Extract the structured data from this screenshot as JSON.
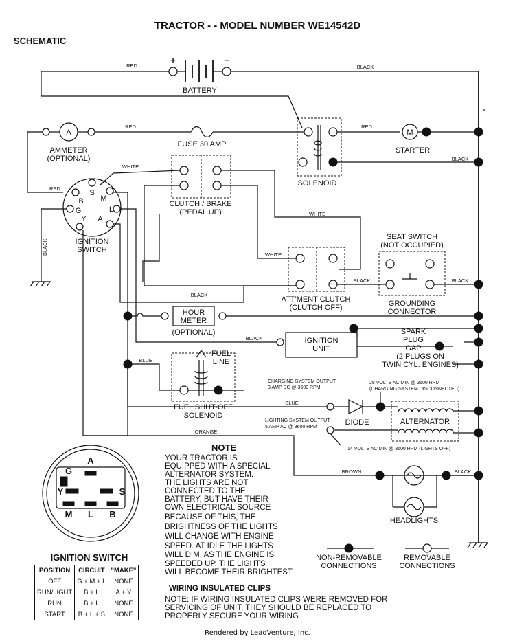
{
  "title": "TRACTOR - - MODEL NUMBER WE14542D",
  "subtitle": "SCHEMATIC",
  "components": {
    "battery": "BATTERY",
    "battery_plus": "+",
    "battery_minus": "−",
    "ammeter_symbol": "A",
    "ammeter_l1": "AMMETER",
    "ammeter_l2": "(OPTIONAL)",
    "fuse": "FUSE 30 AMP",
    "solenoid": "SOLENOID",
    "starter_symbol": "M",
    "starter": "STARTER",
    "clutch_brake_l1": "CLUTCH / BRAKE",
    "clutch_brake_l2": "(PEDAL UP)",
    "ignition_switch_l1": "IGNITION",
    "ignition_switch_l2": "SWITCH",
    "seat_switch_l1": "SEAT SWITCH",
    "seat_switch_l2": "(NOT OCCUPIED)",
    "grounding_l1": "GROUNDING",
    "grounding_l2": "CONNECTOR",
    "attment_l1": "ATT'MENT CLUTCH",
    "attment_l2": "(CLUTCH OFF)",
    "hour_meter_l1": "HOUR",
    "hour_meter_l2": "METER",
    "hour_meter_l3": "(OPTIONAL)",
    "ignition_unit_l1": "IGNITION",
    "ignition_unit_l2": "UNIT",
    "spark_l1": "SPARK",
    "spark_l2": "PLUG",
    "spark_l3": "GAP",
    "spark_l4": "(2 PLUGS ON",
    "spark_l5": "TWIN CYL. ENGINES)",
    "fuel_line_l1": "FUEL",
    "fuel_line_l2": "LINE",
    "fuel_shutoff_l1": "FUEL SHUT-OFF",
    "fuel_shutoff_l2": "SOLENOID",
    "diode": "DIODE",
    "alternator": "ALTERNATOR",
    "headlights": "HEADLIGHTS",
    "switch_terms": {
      "s": "S",
      "m": "M",
      "b": "B",
      "g": "G",
      "y": "Y",
      "a": "A",
      "l": "L"
    }
  },
  "wires": {
    "red": "RED",
    "black": "BLACK",
    "white": "WHITE",
    "blue": "BLUE",
    "orange": "ORANGE",
    "brown": "BROWN"
  },
  "outputs": {
    "charging_l1": "CHARGING SYSTEM OUTPUT",
    "charging_l2": "3 AMP DC @ 3600 RPM",
    "volts28_l1": "28 VOLTS AC MIN @ 3600 RPM",
    "volts28_l2": "(CHARGING SYSTEM DISCONNECTED)",
    "lighting_l1": "LIGHTING SYSTEM OUTPUT",
    "lighting_l2": "5 AMP AC @ 3600 RPM",
    "volts14": "14 VOLTS AC MIN @ 3600 RPM (LIGHTS OFF)"
  },
  "note": {
    "heading": "NOTE",
    "lines": [
      "YOUR TRACTOR IS",
      "EQUIPPED WITH A SPECIAL",
      "ALTERNATOR SYSTEM.",
      "THE LIGHTS ARE NOT",
      "CONNECTED TO THE",
      "BATTERY, BUT HAVE THEIR",
      "OWN ELECTRICAL SOURCE",
      "BECAUSE OF THIS, THE",
      "BRIGHTNESS OF THE LIGHTS",
      "WILL CHANGE WITH ENGINE",
      "SPEED.  AT IDLE THE LIGHTS",
      "WILL DIM.  AS THE ENGINE IS",
      "SPEEDED UP, THE LIGHTS",
      "WILL BECOME THEIR BRIGHTEST"
    ]
  },
  "legend": {
    "non_removable_l1": "NON-REMOVABLE",
    "non_removable_l2": "CONNECTIONS",
    "removable_l1": "REMOVABLE",
    "removable_l2": "CONNECTIONS"
  },
  "clips": {
    "heading": "WIRING INSULATED CLIPS",
    "lines": [
      "NOTE: IF WIRING INSULATED CLIPS WERE REMOVED FOR",
      "SERVICING OF UNIT, THEY SHOULD BE REPLACED TO",
      "PROPERLY SECURE YOUR WIRING"
    ]
  },
  "ignition_table": {
    "title": "IGNITION SWITCH",
    "headers": [
      "POSITION",
      "CIRCUIT",
      "\"MAKE\""
    ],
    "rows": [
      [
        "OFF",
        "G + M + L",
        "NONE"
      ],
      [
        "RUN/LIGHT",
        "B + L",
        "A + Y"
      ],
      [
        "RUN",
        "B + L",
        "NONE"
      ],
      [
        "START",
        "B + L + S",
        "NONE"
      ]
    ]
  },
  "footer": "Rendered by LeadVenture, Inc."
}
